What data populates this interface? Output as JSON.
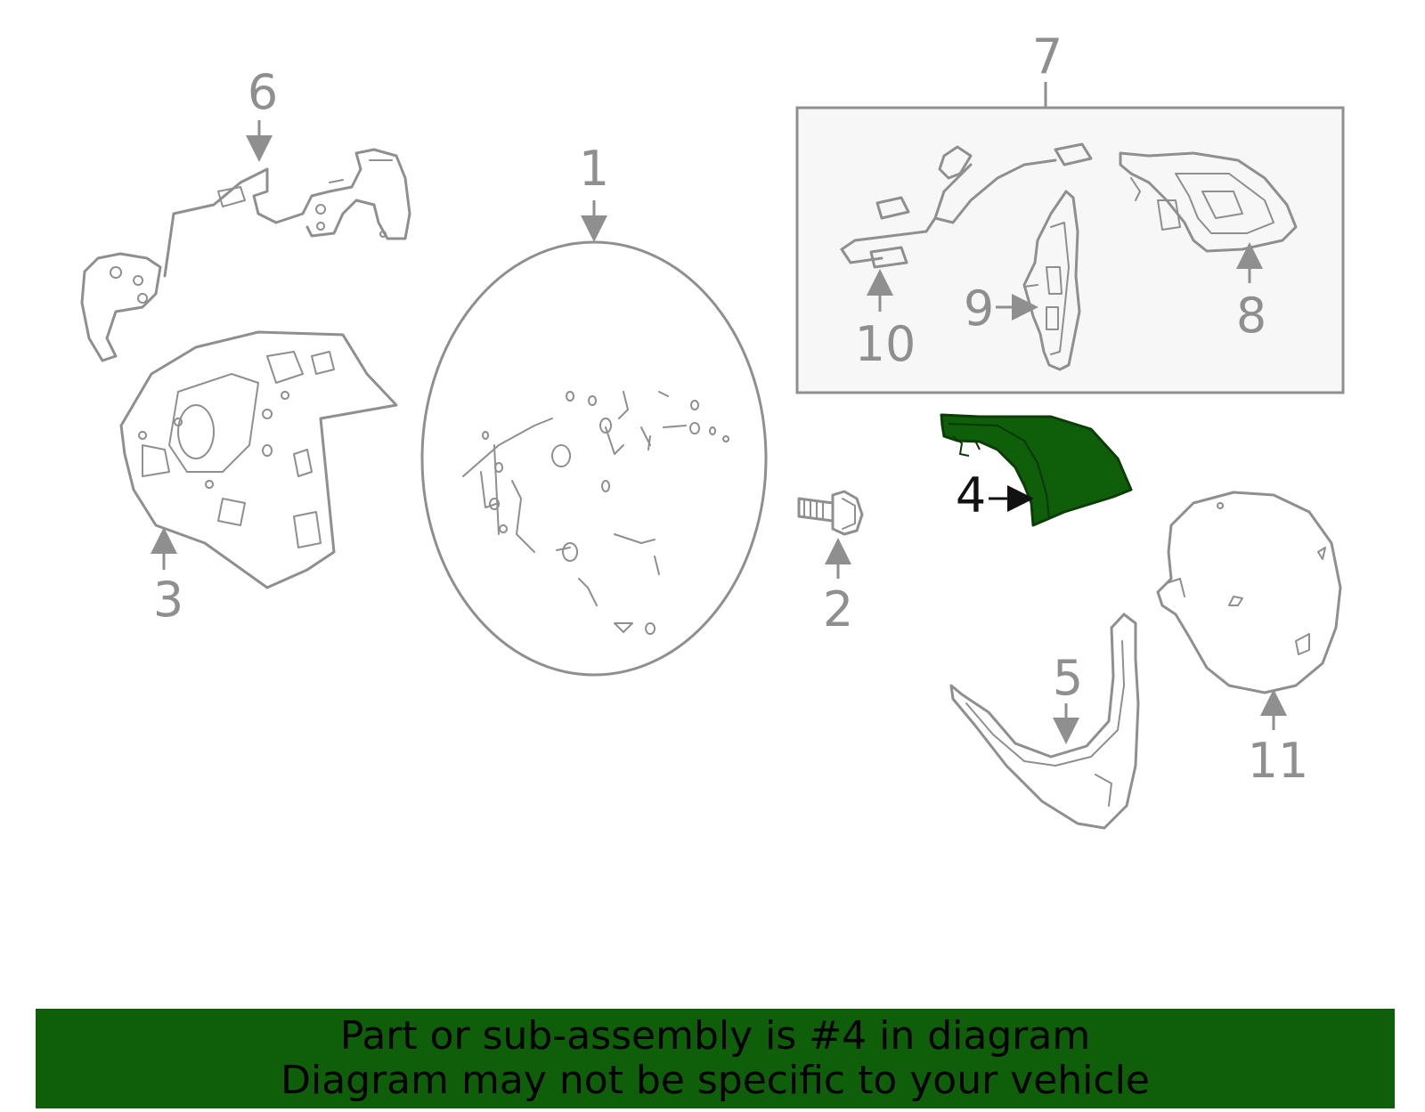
{
  "diagram": {
    "callouts": [
      "1",
      "2",
      "3",
      "4",
      "5",
      "6",
      "7",
      "8",
      "9",
      "10",
      "11"
    ],
    "highlighted_part": "4",
    "highlight_color": "#0f5e0a",
    "line_color": "#8f8f8f",
    "inset_background": "#f7f7f7"
  },
  "banner": {
    "line1": "Part or sub-assembly is #4 in diagram",
    "line2": "Diagram may not be specific to your vehicle",
    "background": "#0f5e0a"
  }
}
